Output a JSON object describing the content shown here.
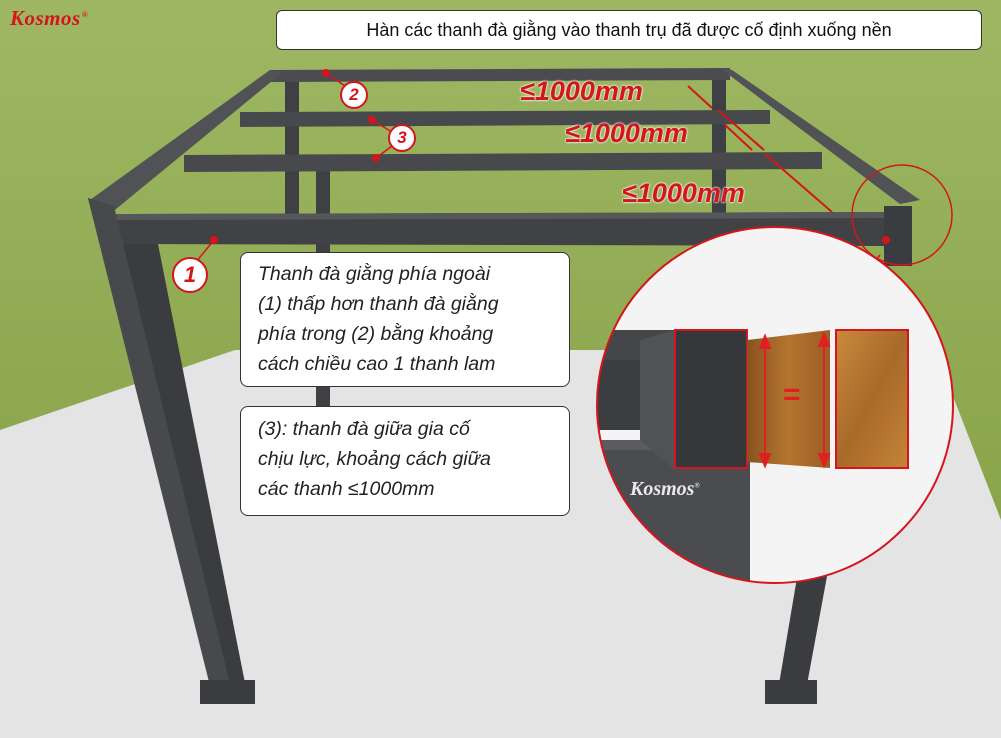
{
  "brand": {
    "logo_text": "Kosmos",
    "trademark": "®",
    "watermark_text": "Kosmos"
  },
  "caption_top": "Hàn các thanh đà giằng vào thanh trụ đã được cố định xuống nền",
  "notes": [
    {
      "lines": [
        "Thanh đà giằng phía ngoài",
        "(1) thấp hơn thanh đà giằng",
        "phía trong (2) bằng khoảng",
        "cách chiều cao 1 thanh lam"
      ]
    },
    {
      "lines": [
        "(3): thanh đà giữa gia cố",
        "chịu lực, khoảng cách giữa",
        "các thanh ≤1000mm"
      ]
    }
  ],
  "dimensions": [
    "≤1000mm",
    "≤1000mm",
    "≤1000mm"
  ],
  "labels": {
    "one": "1",
    "two": "2",
    "three": "3"
  },
  "detail": {
    "equal_sign": "="
  },
  "colors": {
    "accent_red": "#d4151c",
    "frame_dark": "#45474b",
    "grass": "#8aa64a",
    "slab": "#e3e3e3",
    "wood": "#a8692e"
  }
}
